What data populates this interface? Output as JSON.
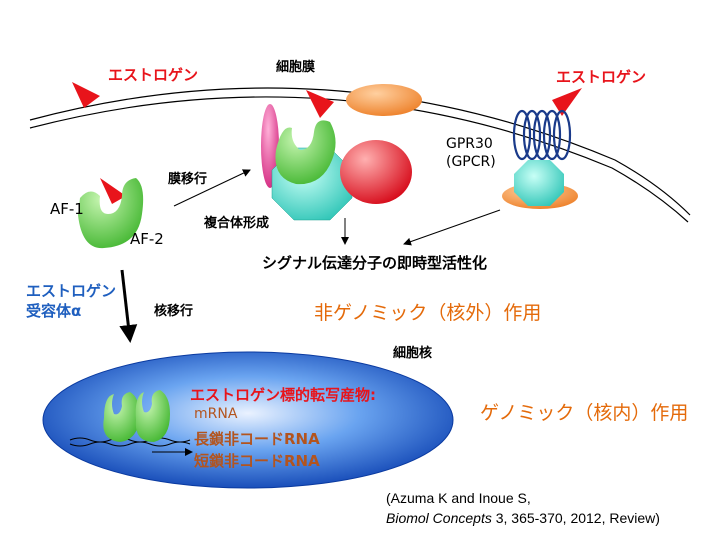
{
  "title": "図3. エストロゲンの核内（ゲノミック）および核外（非ゲノミック）作用",
  "labels": {
    "estrogen_left": "エストロゲン",
    "estrogen_right": "エストロゲン",
    "cell_membrane": "細胞膜",
    "gpr30": "GPR30",
    "gpcr": "(GPCR)",
    "membrane_translocation": "膜移行",
    "complex_formation": "複合体形成",
    "af1": "AF-1",
    "af2": "AF-2",
    "signaling": "シグナル伝達分子の即時型活性化",
    "receptor_line1": "エストロゲン",
    "receptor_line2": "受容体α",
    "nuclear_translocation": "核移行",
    "nongenomic": "非ゲノミック（核外）作用",
    "nucleus": "細胞核",
    "target_products": "エストロゲン標的転写産物:",
    "mrna": "mRNA",
    "long_ncrna": "長鎖非コードRNA",
    "short_ncrna": "短鎖非コードRNA",
    "genomic": "ゲノミック（核内）作用",
    "ref_line1": "(Azuma K and Inoue S,",
    "ref_journal": "Biomol Concepts",
    "ref_rest": " 3, 365-370, 2012, Review)"
  },
  "colors": {
    "title": "#1f4fa0",
    "estrogen": "#e8141b",
    "receptor_green": "#5fcf45",
    "receptor_pink": "#e0348c",
    "octagon_cyan": "#3fd8c8",
    "red_oval": "#e8141b",
    "orange_oval": "#f09040",
    "nucleus_blue": "#1a5fd0",
    "gpr30_coil": "#1a3a8a",
    "nongenomic_text": "#e46a0a",
    "rna_text": "#b3541e"
  }
}
